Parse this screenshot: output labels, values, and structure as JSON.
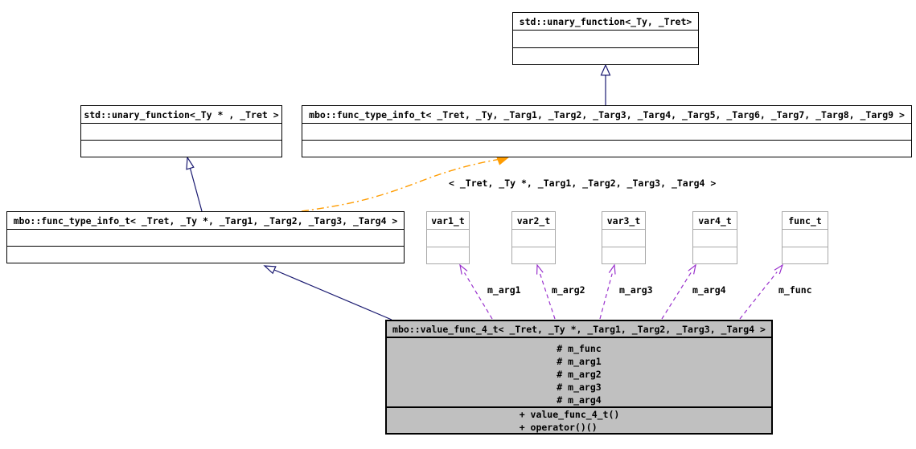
{
  "diagram": {
    "type": "uml-collaboration-graph",
    "nodes": {
      "unary_function": {
        "title": "std::unary_function<_Ty, _Tret>"
      },
      "unary_function_ptr": {
        "title": "std::unary_function<_Ty * , _Tret >"
      },
      "func_type_info_full": {
        "title": "mbo::func_type_info_t< _Tret, _Ty, _Targ1, _Targ2, _Targ3, _Targ4, _Targ5, _Targ6, _Targ7, _Targ8, _Targ9 >"
      },
      "func_type_info_ptr": {
        "title": "mbo::func_type_info_t< _Tret, _Ty *, _Targ1, _Targ2, _Targ3, _Targ4 >"
      },
      "vars": [
        {
          "title": "var1_t"
        },
        {
          "title": "var2_t"
        },
        {
          "title": "var3_t"
        },
        {
          "title": "var4_t"
        },
        {
          "title": "func_t"
        }
      ],
      "value_func": {
        "title": "mbo::value_func_4_t< _Tret, _Ty *, _Targ1, _Targ2, _Targ3, _Targ4 >",
        "attributes": [
          "# m_func",
          "# m_arg1",
          "# m_arg2",
          "# m_arg3",
          "# m_arg4"
        ],
        "methods": [
          "+ value_func_4_t()",
          "+ operator()()"
        ]
      }
    },
    "edges": {
      "template_label": "< _Tret, _Ty *, _Targ1, _Targ2, _Targ3, _Targ4 >",
      "usage_labels": [
        "m_arg1",
        "m_arg2",
        "m_arg3",
        "m_arg4",
        "m_func"
      ]
    },
    "colors": {
      "inheritance": "#191970",
      "template_instance": "#ff9c00",
      "usage": "#9a32cd",
      "node_fill": "#ffffff",
      "focus_fill": "#c0c0c0",
      "undocumented_border": "#a8a8a8"
    }
  }
}
